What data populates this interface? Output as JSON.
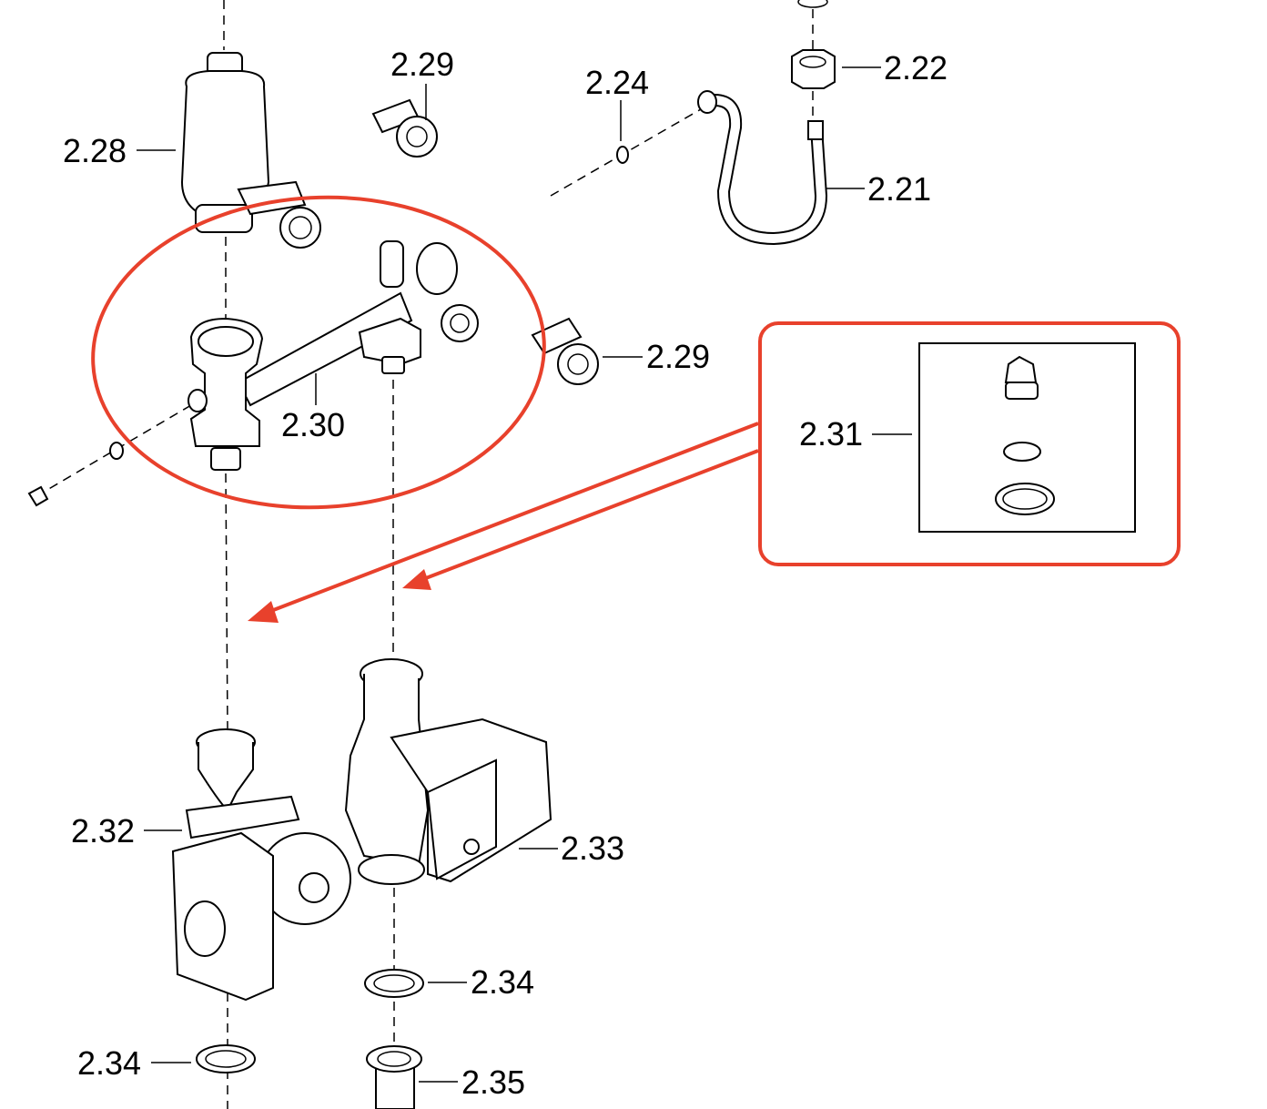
{
  "labels": {
    "l228": "2.28",
    "l229a": "2.29",
    "l224": "2.24",
    "l222": "2.22",
    "l221": "2.21",
    "l229b": "2.29",
    "l230": "2.30",
    "l231": "2.31",
    "l232": "2.32",
    "l233": "2.33",
    "l234a": "2.34",
    "l234b": "2.34",
    "l235": "2.35"
  },
  "colors": {
    "annotation": "#e8412c",
    "line": "#000000"
  }
}
